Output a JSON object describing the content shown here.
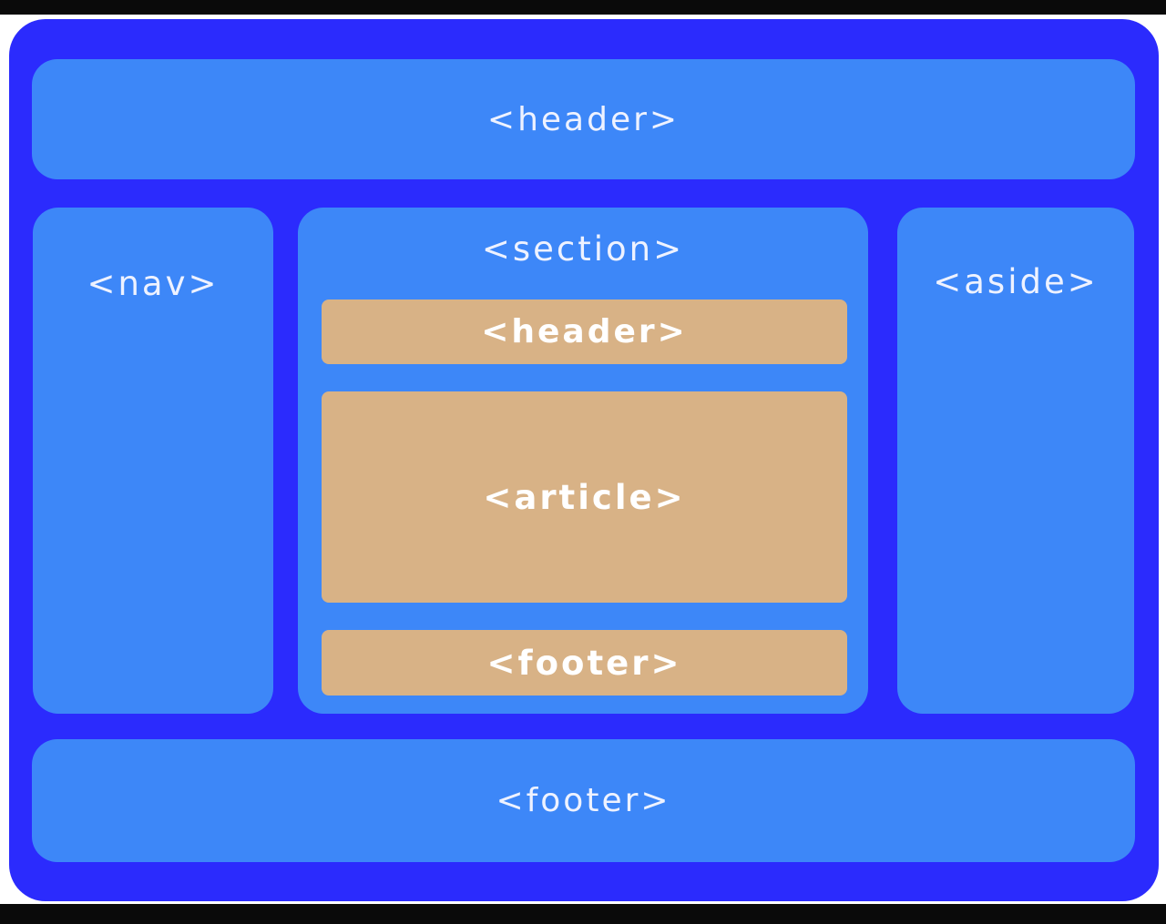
{
  "diagram": {
    "page": {
      "header": "<header>",
      "nav": "<nav>",
      "section": "<section>",
      "aside": "<aside>",
      "footer": "<footer>"
    },
    "section_children": {
      "header": "<header>",
      "article": "<article>",
      "footer": "<footer>"
    },
    "colors": {
      "outer_container": "#2b2bfd",
      "region_blue": "#3d87f8",
      "nested_tan": "#d8b286",
      "frame_bars": "#0a0a0a"
    }
  }
}
